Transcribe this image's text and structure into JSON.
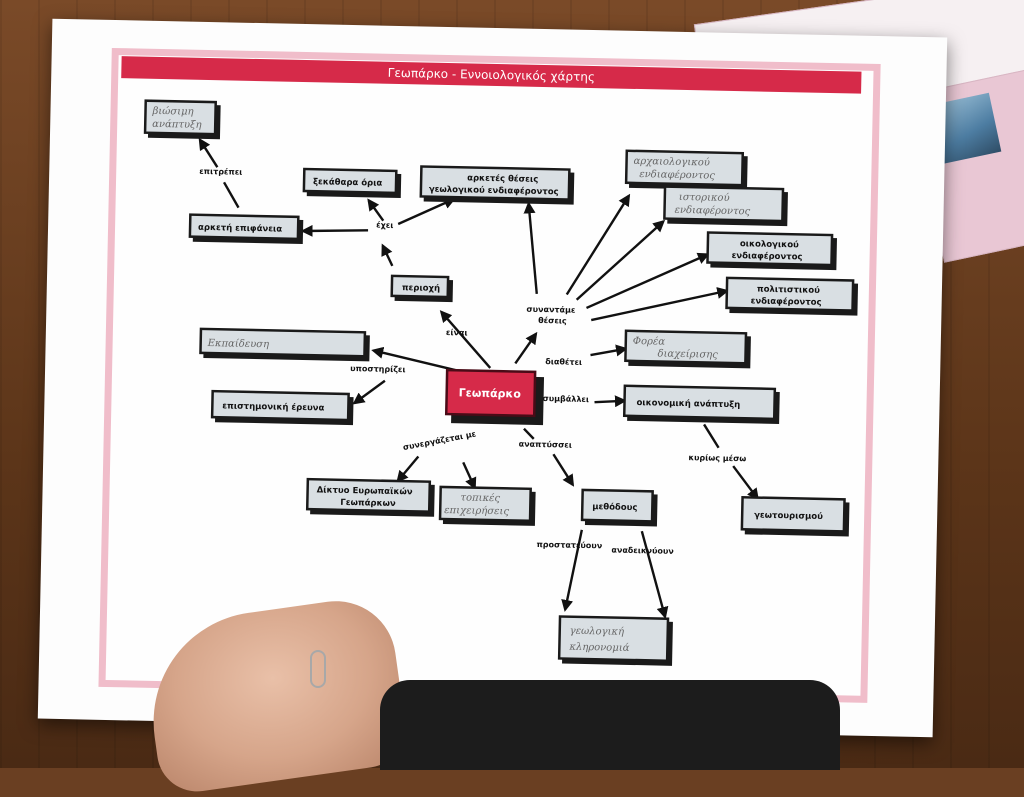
{
  "title": "Γεωπάρκο - Εννοιολογικός χάρτης",
  "colors": {
    "accent": "#d62a49",
    "border": "#f0bdca",
    "node_fill": "#d9dfe3"
  },
  "nodes": {
    "center": "Γεωπάρκο",
    "periochi": "περιοχή",
    "arketi_epifaneia": "αρκετή επιφάνεια",
    "xekathara_oria": "ξεκάθαρα όρια",
    "arketes_theseis_l1": "αρκετές θέσεις",
    "arketes_theseis_l2": "γεωλογικού ενδιαφέροντος",
    "viosimi_anaptyxi_l1": "βιώσιμη",
    "viosimi_anaptyxi_l2": "ανάπτυξη",
    "archaiologikou_l1": "αρχαιολογικού",
    "archaiologikou_l2": "ενδιαφέροντος",
    "istorikou_l1": "ιστορικού",
    "istorikou_l2": "ενδιαφέροντος",
    "oikologikou_l1": "οικολογικού",
    "oikologikou_l2": "ενδιαφέροντος",
    "politistikou_l1": "πολιτιστικού",
    "politistikou_l2": "ενδιαφέροντος",
    "foreas_l1": "Φορέα",
    "foreas_l2": "διαχείρισης",
    "oikonomiki": "οικονομική ανάπτυξη",
    "geotourismou": "γεωτουρισμού",
    "ekpaidefsi": "Εκπαίδευση",
    "epistimoniki": "επιστημονική έρευνα",
    "diktyo_l1": "Δίκτυο Ευρωπαϊκών",
    "diktyo_l2": "Γεωπάρκων",
    "topikes_l1": "τοπικές",
    "topikes_l2": "επιχειρήσεις",
    "methodous": "μεθόδους",
    "geologiki_l1": "γεωλογική",
    "geologiki_l2": "κληρονομιά"
  },
  "labels": {
    "einai": "είναι",
    "echei": "έχει",
    "epitrepei": "επιτρέπει",
    "synantame_l1": "συναντάμε",
    "synantame_l2": "θέσεις",
    "diathetei": "διαθέτει",
    "symvallei": "συμβάλλει",
    "kyrios_meso": "κυρίως μέσω",
    "ypostirizei": "υποστηρίζει",
    "synergazetai": "συνεργάζεται με",
    "anaptyssei": "αναπτύσσει",
    "prostatevoun": "προστατεύουν",
    "anadeiknyoun": "αναδεικνύουν"
  }
}
